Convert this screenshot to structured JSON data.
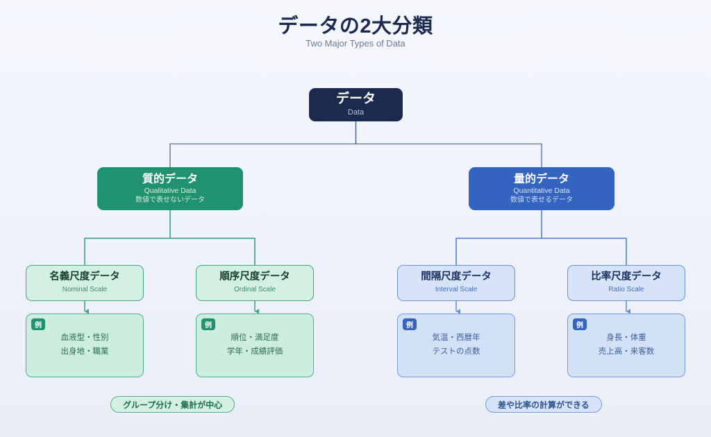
{
  "header": {
    "title": "データの2大分類",
    "subtitle": "Two Major Types of Data"
  },
  "colors": {
    "root": "#1b2a4e",
    "qualitative": "#21926f",
    "quantitative": "#3563c0",
    "background_top": "#f5f7fd",
    "background_bottom": "#e9eef8"
  },
  "root": {
    "jp": "データ",
    "en": "Data"
  },
  "branches": [
    {
      "id": "qualitative",
      "jp": "質的データ",
      "en": "Qualitative Data",
      "note": "数値で表せないデータ",
      "summary_pill": "グループ分け・集計が中心",
      "children": [
        {
          "id": "nominal",
          "jp": "名義尺度データ",
          "en": "Nominal Scale",
          "example_badge": "例",
          "examples": [
            "血液型・性別",
            "出身地・職業"
          ]
        },
        {
          "id": "ordinal",
          "jp": "順序尺度データ",
          "en": "Ordinal Scale",
          "example_badge": "例",
          "examples": [
            "順位・満足度",
            "学年・成績評価"
          ]
        }
      ]
    },
    {
      "id": "quantitative",
      "jp": "量的データ",
      "en": "Quantitative Data",
      "note": "数値で表せるデータ",
      "summary_pill": "差や比率の計算ができる",
      "children": [
        {
          "id": "interval",
          "jp": "間隔尺度データ",
          "en": "Interval Scale",
          "example_badge": "例",
          "examples": [
            "気温・西暦年",
            "テストの点数"
          ]
        },
        {
          "id": "ratio",
          "jp": "比率尺度データ",
          "en": "Ratio Scale",
          "example_badge": "例",
          "examples": [
            "身長・体重",
            "売上高・来客数"
          ]
        }
      ]
    }
  ]
}
